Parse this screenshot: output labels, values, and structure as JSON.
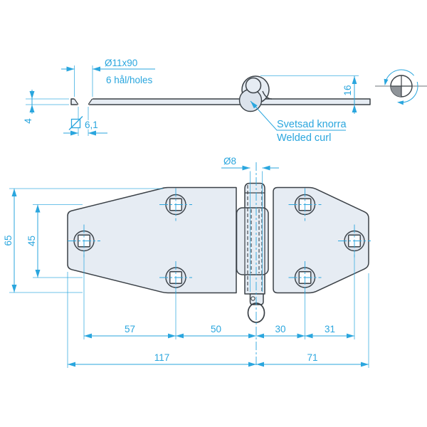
{
  "colors": {
    "accent": "#2aa6de",
    "ink": "#3a4046",
    "part_fill": "#e6ecf3",
    "part_fill_shade": "#dce3ec",
    "quadrant_fill": "#8f9499",
    "axis_gray": "#8a8f94",
    "bg": "#ffffff"
  },
  "side_view": {
    "countersink_label": "Ø11x90",
    "holes_count_label": "6 hål/holes",
    "thickness_label": "4",
    "square_hole_label": "6,1",
    "curl_height_label": "16",
    "weld_note_sv": "Svetsad knorra",
    "weld_note_en": "Welded curl"
  },
  "plan_view": {
    "pin_diameter_label": "Ø8",
    "plate_height_label": "65",
    "hole_row_spacing_label": "45",
    "dims_row1": [
      "57",
      "50",
      "30",
      "31"
    ],
    "dims_row2": [
      "117",
      "71"
    ]
  },
  "symbols": {
    "rotation_icon": "rotatable-both-directions",
    "square_hole_icon": "square-with-diagonal"
  }
}
